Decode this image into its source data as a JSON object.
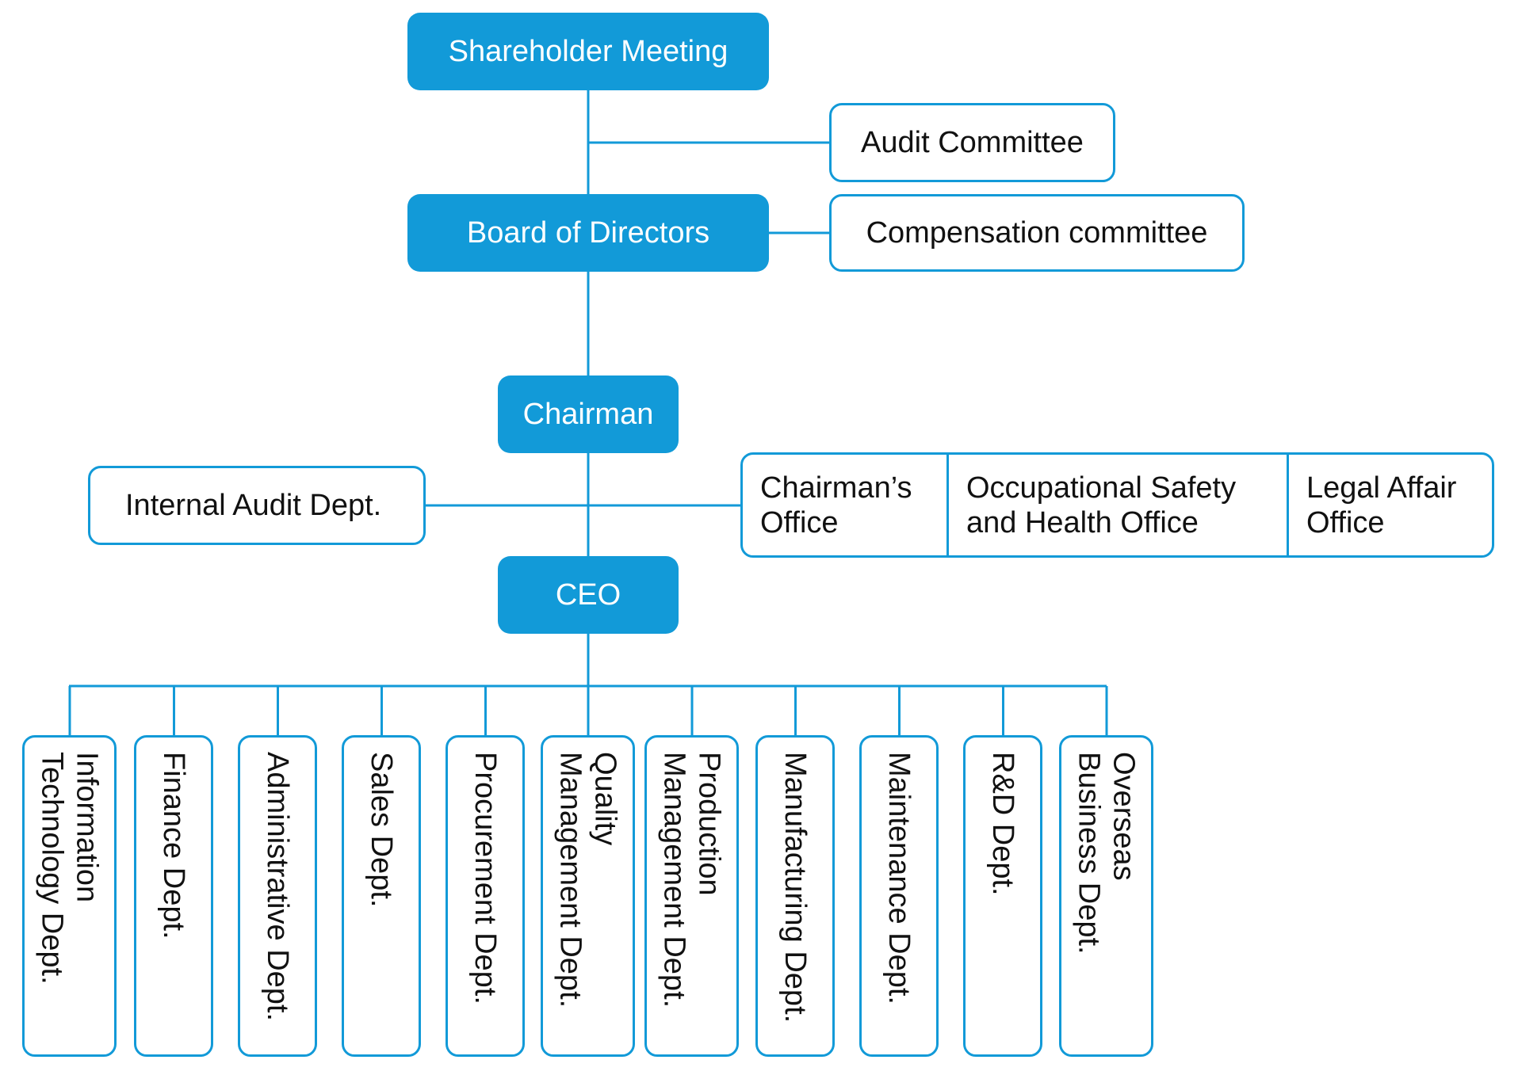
{
  "colors": {
    "accent": "#129ad8",
    "text_dark": "#111111",
    "text_light": "#ffffff"
  },
  "nodes": {
    "shareholder_meeting": "Shareholder Meeting",
    "audit_committee": "Audit Committee",
    "board_of_directors": "Board of Directors",
    "compensation_committee": "Compensation committee",
    "chairman": "Chairman",
    "internal_audit": "Internal Audit Dept.",
    "chairman_offices": [
      "Chairman’s\nOffice",
      "Occupational Safety\nand Health Office",
      "Legal Affair\nOffice"
    ],
    "ceo": "CEO"
  },
  "departments": [
    "Information\nTechnology Dept.",
    "Finance Dept.",
    "Administrative Dept.",
    "Sales Dept.",
    "Procurement Dept.",
    "Quality\nManagement Dept.",
    "Production\nManagement Dept.",
    "Manufacturing Dept.",
    "Maintenance Dept.",
    "R&D Dept.",
    "Overseas\nBusiness Dept."
  ]
}
